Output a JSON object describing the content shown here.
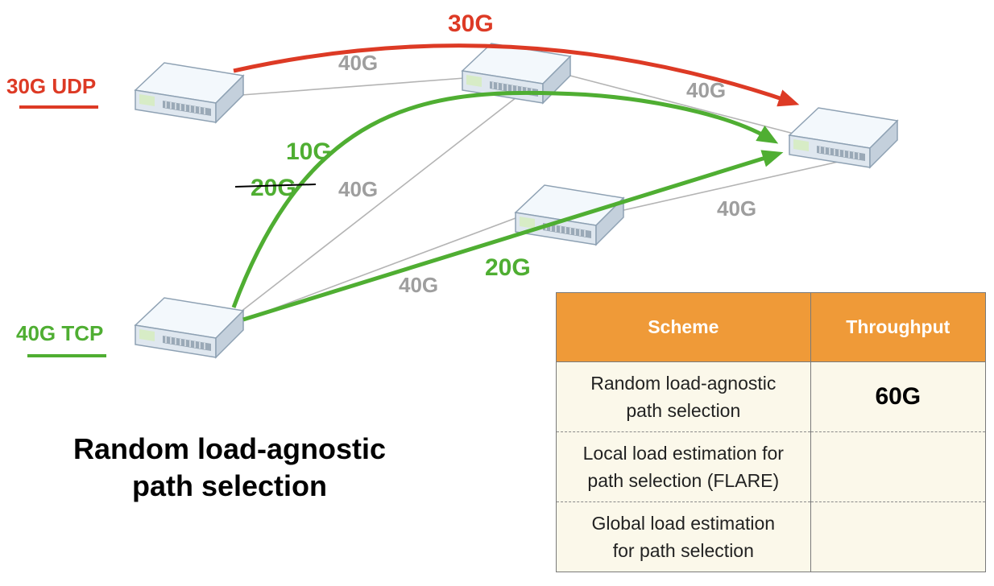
{
  "flows": {
    "udp": {
      "label": "30G UDP",
      "rate": "30G",
      "color": "#dd3a25"
    },
    "tcp": {
      "label": "40G TCP",
      "color": "#4fae32",
      "rate_upper": "10G",
      "rate_upper_old": "20G",
      "rate_lower": "20G"
    }
  },
  "links": {
    "l1": "40G",
    "l2": "40G",
    "l3": "40G",
    "l4": "40G",
    "l5": "40G"
  },
  "caption": {
    "line1": "Random load-agnostic",
    "line2": "path selection"
  },
  "table": {
    "headers": {
      "scheme": "Scheme",
      "throughput": "Throughput"
    },
    "rows": [
      {
        "scheme_line1": "Random load-agnostic",
        "scheme_line2": "path selection",
        "throughput": "60G"
      },
      {
        "scheme_line1": "Local load estimation for",
        "scheme_line2": "path selection (FLARE)",
        "throughput": ""
      },
      {
        "scheme_line1": "Global load estimation",
        "scheme_line2": "for path selection",
        "throughput": ""
      }
    ],
    "header_color": "#ef9a38",
    "body_color": "#fbf8ea"
  }
}
